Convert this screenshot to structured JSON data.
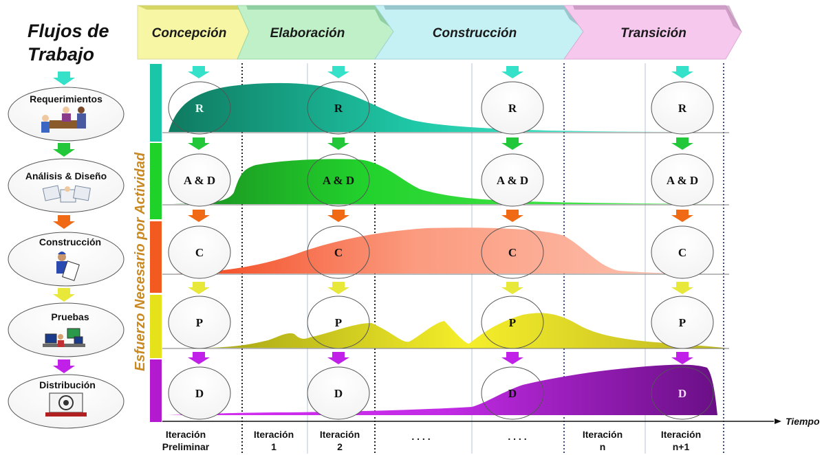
{
  "title_lines": [
    "Flujos de",
    "Trabajo"
  ],
  "phases": [
    {
      "label": "Concepción",
      "color": "#f6f6a4"
    },
    {
      "label": "Elaboración",
      "color": "#bff0c8"
    },
    {
      "label": "Construcción",
      "color": "#c6f1f4"
    },
    {
      "label": "Transición",
      "color": "#f7c8ee"
    }
  ],
  "workflows": [
    {
      "label": "Requerimientos",
      "abbr": "R",
      "color": "#19c6a8",
      "arrow": "#35e1c8",
      "icon": "meeting-people-icon"
    },
    {
      "label": "Análisis & Diseño",
      "abbr": "A & D",
      "color": "#1fd22a",
      "arrow": "#22c83a",
      "icon": "design-documents-icon"
    },
    {
      "label": "Construcción",
      "abbr": "C",
      "color": "#f25a1f",
      "arrow": "#f06a15",
      "icon": "worker-icon"
    },
    {
      "label": "Pruebas",
      "abbr": "P",
      "color": "#e6e21a",
      "arrow": "#e8e83a",
      "icon": "computers-icon"
    },
    {
      "label": "Distribución",
      "abbr": "D",
      "color": "#b31ad0",
      "arrow": "#c020e8",
      "icon": "target-icon"
    }
  ],
  "effort_label": "Esfuerzo Necesario por Actividad",
  "iterations": [
    {
      "line1": "Iteración",
      "line2": "Preliminar"
    },
    {
      "line1": "Iteración",
      "line2": "1"
    },
    {
      "line1": "Iteración",
      "line2": "2"
    },
    {
      "line1": ". . . .",
      "line2": ""
    },
    {
      "line1": ". . . .",
      "line2": ""
    },
    {
      "line1": "Iteración",
      "line2": "n"
    },
    {
      "line1": "Iteración",
      "line2": "n+1"
    }
  ],
  "time_label": "Tiempo"
}
